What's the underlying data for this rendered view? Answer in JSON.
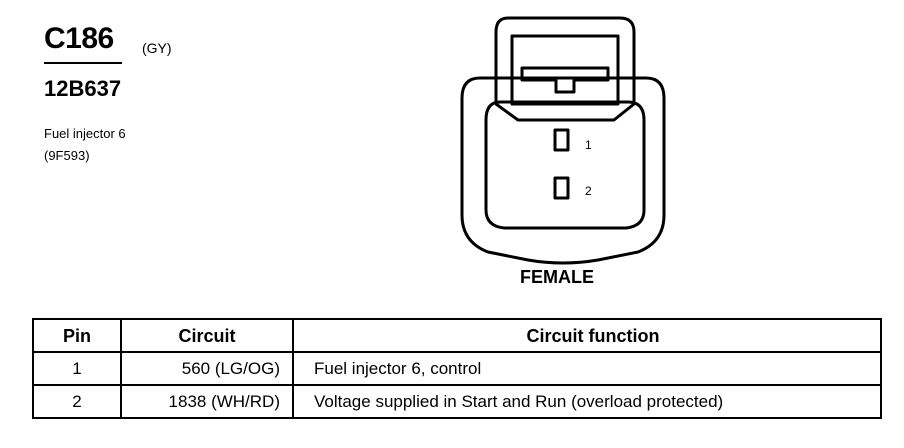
{
  "connector": {
    "id": "C186",
    "color": "(GY)",
    "part_number": "12B637",
    "component_name": "Fuel injector 6",
    "component_ref": "(9F593)",
    "view": "FEMALE",
    "pin_labels": [
      "1",
      "2"
    ]
  },
  "table": {
    "headers": {
      "pin": "Pin",
      "circuit": "Circuit",
      "function": "Circuit function"
    },
    "rows": [
      {
        "pin": "1",
        "circuit": "560 (LG/OG)",
        "function": "Fuel injector 6, control"
      },
      {
        "pin": "2",
        "circuit": "1838 (WH/RD)",
        "function": "Voltage supplied in Start and Run (overload protected)"
      }
    ]
  }
}
